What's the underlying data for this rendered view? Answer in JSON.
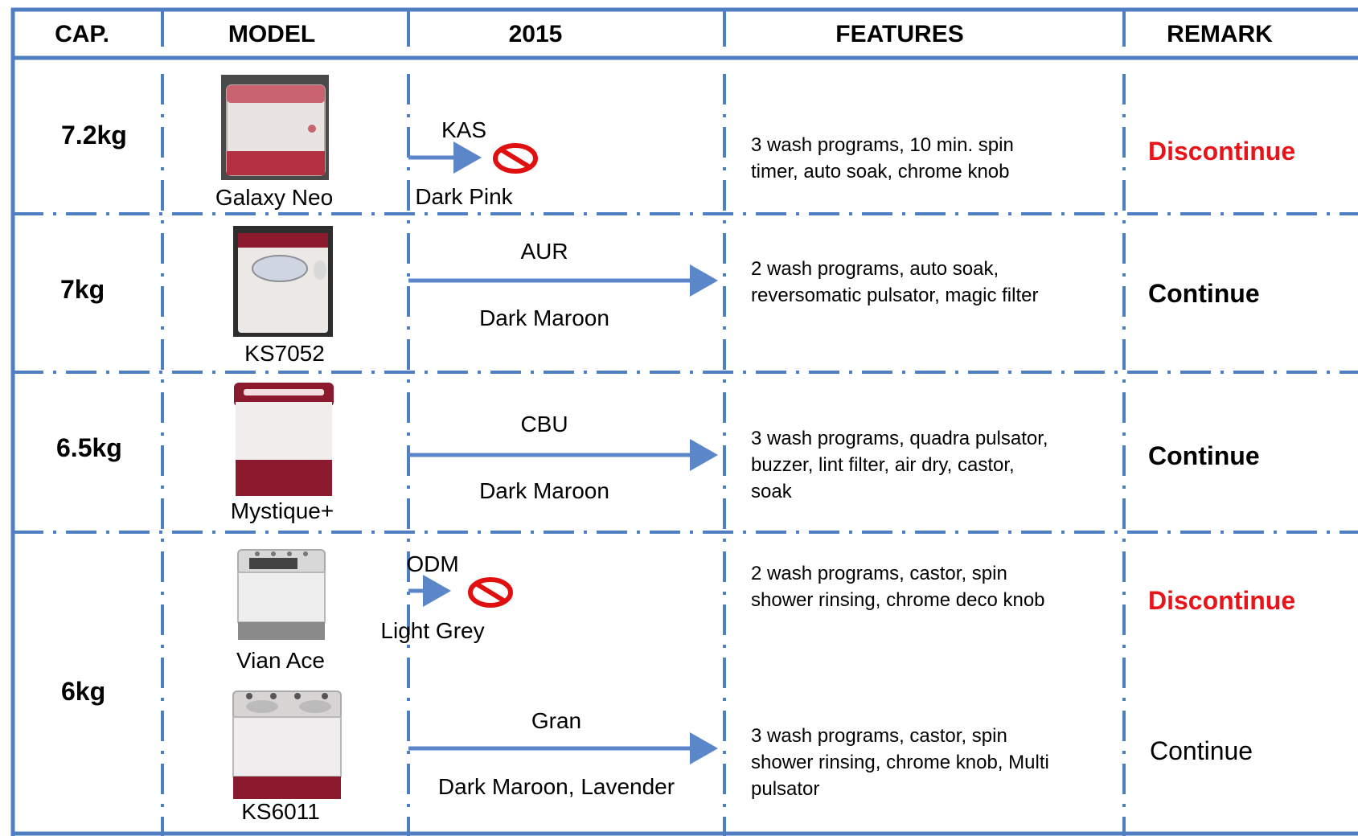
{
  "header": {
    "cap": "CAP.",
    "model": "MODEL",
    "year": "2015",
    "features": "FEATURES",
    "remark": "REMARK"
  },
  "colors": {
    "border": "#4f7fc3",
    "arrow": "#5b86c8",
    "discontinue": "#e8141a",
    "no_sign": "#e01010",
    "maroon": "#8c1a2e"
  },
  "rows": [
    {
      "capacity": "7.2kg",
      "model": "Galaxy Neo",
      "code": "KAS",
      "color": "Dark Pink",
      "discontinued_icon": "prohibited-icon",
      "features": "3 wash programs, 10 min. spin timer, auto soak, chrome knob",
      "remark": "Discontinue"
    },
    {
      "capacity": "7kg",
      "model": "KS7052",
      "code": "AUR",
      "color": "Dark Maroon",
      "features": "2 wash programs, auto soak, reversomatic pulsator, magic filter",
      "remark": "Continue"
    },
    {
      "capacity": "6.5kg",
      "model": "Mystique+",
      "code": "CBU",
      "color": "Dark Maroon",
      "features": "3 wash programs, quadra pulsator, buzzer, lint filter, air dry, castor, soak",
      "remark": "Continue"
    },
    {
      "capacity": "6kg",
      "models": [
        {
          "model": "Vian Ace",
          "code": "ODM",
          "color": "Light Grey",
          "discontinued_icon": "prohibited-icon",
          "features": "2 wash programs, castor, spin shower rinsing, chrome deco knob",
          "remark": "Discontinue"
        },
        {
          "model": "KS6011",
          "code": "Gran",
          "color": "Dark Maroon, Lavender",
          "features": "3 wash programs, castor, spin shower rinsing, chrome knob, Multi pulsator",
          "remark": "Continue"
        }
      ]
    }
  ]
}
